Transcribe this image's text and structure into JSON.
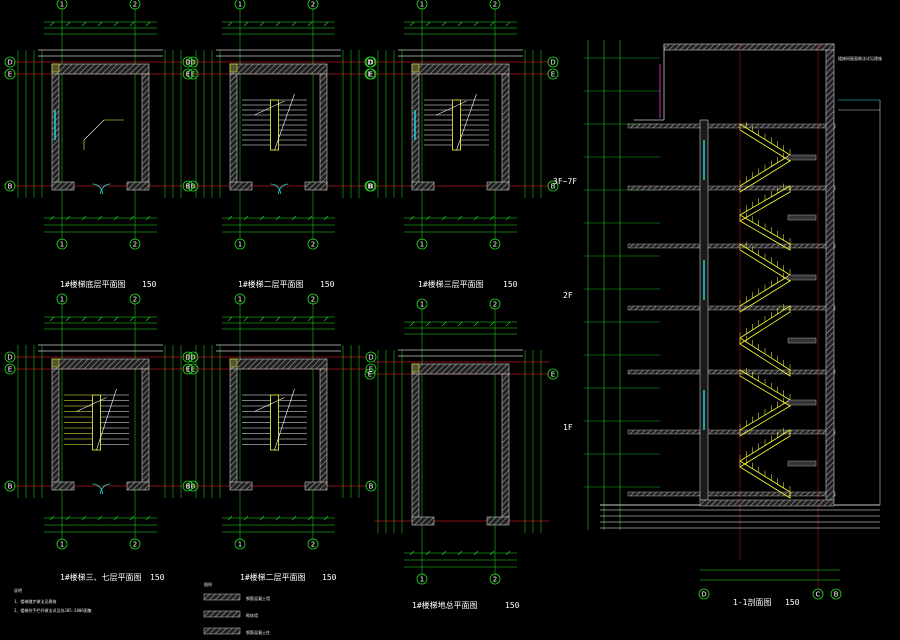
{
  "plans": [
    {
      "id": "p1",
      "title": "1#楼梯底层平面图",
      "scale": "150",
      "col_marks": [
        "1",
        "2"
      ],
      "row_marks": [
        "D",
        "E",
        "B"
      ],
      "variant": "ground"
    },
    {
      "id": "p2",
      "title": "1#楼梯二层平面图",
      "scale": "150",
      "col_marks": [
        "1",
        "2"
      ],
      "row_marks": [
        "D",
        "E",
        "B"
      ],
      "variant": "second"
    },
    {
      "id": "p3",
      "title": "1#楼梯三层平面图",
      "scale": "150",
      "col_marks": [
        "1",
        "2"
      ],
      "row_marks": [
        "D",
        "E",
        "B"
      ],
      "variant": "typical"
    },
    {
      "id": "p4",
      "title": "1#楼梯三、七层平面图",
      "scale": "150",
      "col_marks": [
        "1",
        "2"
      ],
      "row_marks": [
        "D",
        "E",
        "B"
      ],
      "variant": "typical2"
    },
    {
      "id": "p5",
      "title": "1#楼梯二层平面图",
      "scale": "150",
      "col_marks": [
        "1",
        "2"
      ],
      "row_marks": [
        "D",
        "E",
        "B"
      ],
      "variant": "typical3"
    },
    {
      "id": "p6",
      "title": "1#楼梯地总平面图",
      "scale": "150",
      "col_marks": [
        "1",
        "2"
      ],
      "row_marks": [
        "E"
      ],
      "variant": "roof"
    }
  ],
  "section": {
    "title": "1-1剖面图",
    "scale": "150",
    "floor_labels": [
      "3F~7F",
      "2F",
      "1F"
    ],
    "bottom_marks": [
      "D",
      "C",
      "B"
    ],
    "note": "楼梯间屋面做法详见建施"
  },
  "notes": {
    "heading": "说明",
    "items": [
      "1、楼梯踏步做法见建施",
      "2、楼梯扶手栏杆做法详见苏J05-2006图集"
    ]
  },
  "legend": {
    "heading": "图例",
    "items": [
      "钢筋混凝土墙",
      "砌体墙",
      "钢筋混凝土柱"
    ]
  },
  "colors": {
    "dim": "#22dd22",
    "grid": "#ff2020",
    "wall": "#c8c8c8",
    "stair": "#ffff33",
    "cyan": "#22dddd",
    "label": "#ffffff",
    "magenta": "#ff33ff"
  }
}
